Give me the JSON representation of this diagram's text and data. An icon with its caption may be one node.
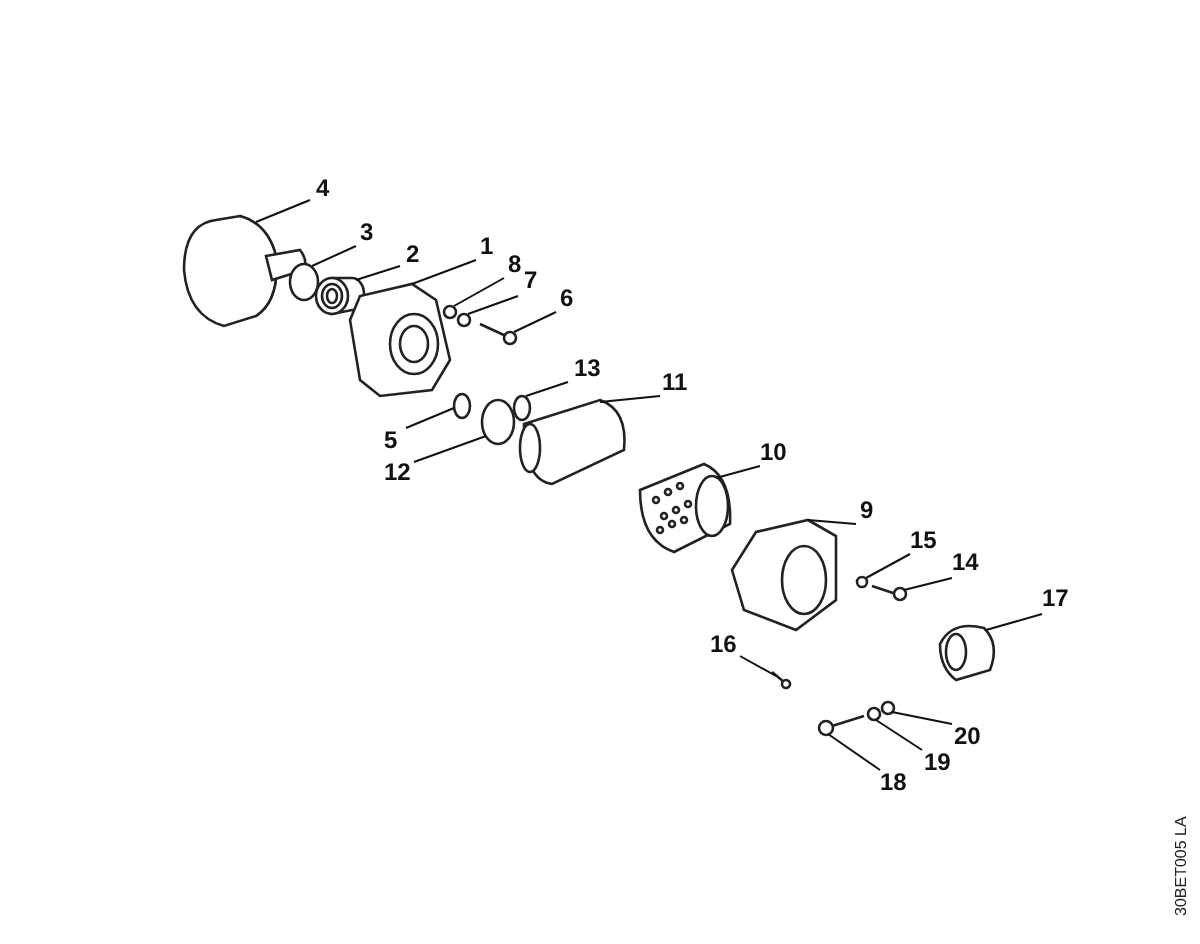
{
  "diagram": {
    "nodes": [
      {
        "text": [
          "4"
        ]
      },
      {
        "text": [
          "3"
        ]
      },
      {
        "text": [
          "2"
        ]
      },
      {
        "text": [
          "1"
        ]
      },
      {
        "text": [
          "8"
        ]
      },
      {
        "text": [
          "7"
        ]
      },
      {
        "text": [
          "6"
        ]
      },
      {
        "text": [
          "13"
        ]
      },
      {
        "text": [
          "5"
        ]
      },
      {
        "text": [
          "11"
        ]
      },
      {
        "text": [
          "12"
        ]
      },
      {
        "text": [
          "10"
        ]
      },
      {
        "text": [
          "9"
        ]
      },
      {
        "text": [
          "15"
        ]
      },
      {
        "text": [
          "14"
        ]
      },
      {
        "text": [
          "17"
        ]
      },
      {
        "text": [
          "16"
        ]
      },
      {
        "text": [
          "20"
        ]
      },
      {
        "text": [
          "19"
        ]
      },
      {
        "text": [
          "18"
        ]
      },
      {
        "text": [],
        "shape": "picture"
      },
      {
        "text": [],
        "shape": "circle"
      },
      {
        "text": [],
        "shape": "picture"
      },
      {
        "text": [],
        "shape": "picture"
      },
      {
        "text": [],
        "shape": "circle"
      },
      {
        "text": [],
        "shape": "circle"
      },
      {
        "text": [],
        "shape": "picture"
      },
      {
        "text": [],
        "shape": "circle"
      },
      {
        "text": [],
        "shape": "circle"
      },
      {
        "text": [],
        "shape": "picture"
      },
      {
        "text": [],
        "shape": "circle"
      },
      {
        "text": [],
        "shape": "picture"
      },
      {
        "text": [],
        "shape": "picture"
      },
      {
        "text": [],
        "shape": "circle"
      },
      {
        "text": [],
        "shape": "picture"
      },
      {
        "text": [],
        "shape": "picture"
      },
      {
        "text": [],
        "shape": "picture"
      },
      {
        "text": [],
        "shape": "circle"
      },
      {
        "text": [],
        "shape": "circle"
      },
      {
        "text": [],
        "shape": "picture"
      }
    ],
    "edges": [
      {
        "from": 0,
        "to": 20,
        "arrow": "none"
      },
      {
        "from": 1,
        "to": 21,
        "arrow": "none"
      },
      {
        "from": 2,
        "to": 22,
        "arrow": "none"
      },
      {
        "from": 3,
        "to": 23,
        "arrow": "none"
      },
      {
        "from": 4,
        "to": 24,
        "arrow": "none"
      },
      {
        "from": 5,
        "to": 25,
        "arrow": "none"
      },
      {
        "from": 6,
        "to": 26,
        "arrow": "none"
      },
      {
        "from": 7,
        "to": 27,
        "arrow": "none"
      },
      {
        "from": 8,
        "to": 28,
        "arrow": "none"
      },
      {
        "from": 9,
        "to": 29,
        "arrow": "none"
      },
      {
        "from": 10,
        "to": 30,
        "arrow": "none"
      },
      {
        "from": 11,
        "to": 31,
        "arrow": "none"
      },
      {
        "from": 12,
        "to": 32,
        "arrow": "none"
      },
      {
        "from": 13,
        "to": 33,
        "arrow": "none"
      },
      {
        "from": 14,
        "to": 34,
        "arrow": "none"
      },
      {
        "from": 15,
        "to": 35,
        "arrow": "none"
      },
      {
        "from": 16,
        "to": 36,
        "arrow": "none"
      },
      {
        "from": 17,
        "to": 37,
        "arrow": "none"
      },
      {
        "from": 18,
        "to": 38,
        "arrow": "none"
      },
      {
        "from": 19,
        "to": 39,
        "arrow": "none"
      }
    ],
    "labels": [
      "30BET005 LA"
    ]
  }
}
